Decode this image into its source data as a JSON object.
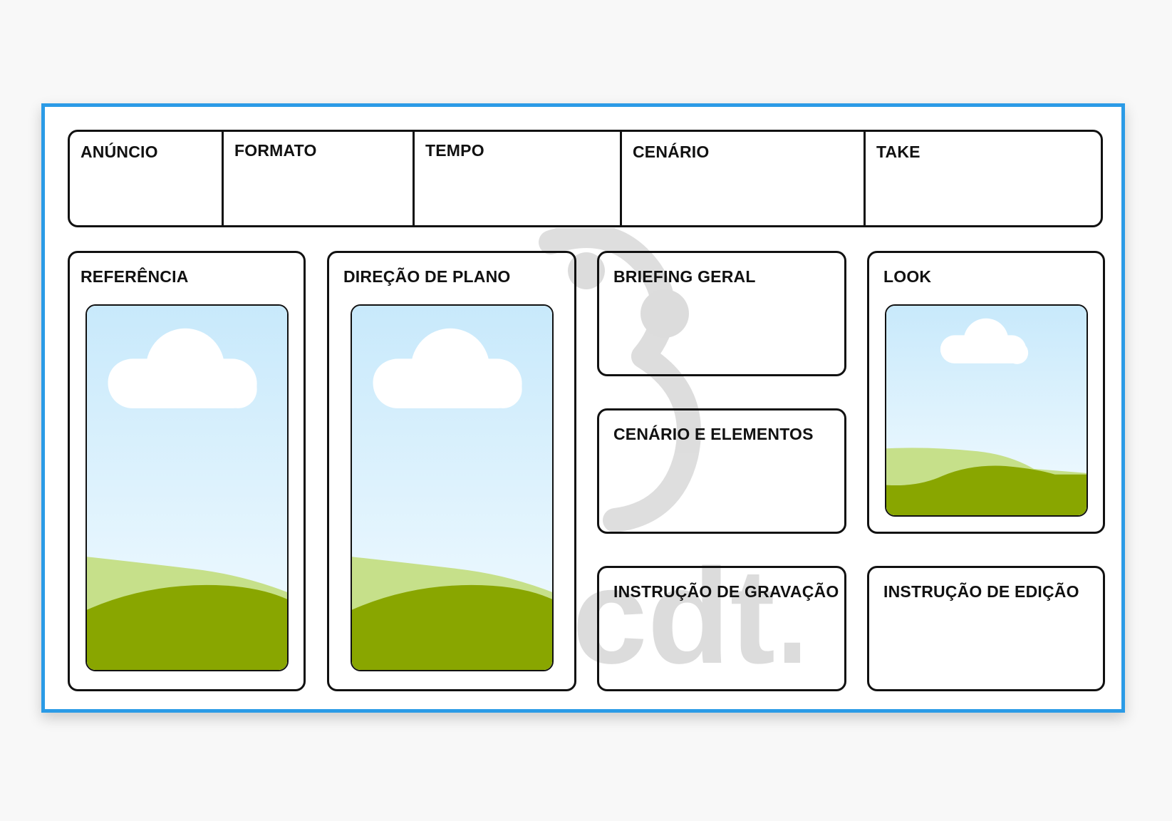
{
  "header": {
    "cells": [
      {
        "label": "ANÚNCIO"
      },
      {
        "label": "FORMATO"
      },
      {
        "label": "TEMPO"
      },
      {
        "label": "CENÁRIO"
      },
      {
        "label": "TAKE"
      }
    ]
  },
  "panels": {
    "referencia": {
      "title": "REFERÊNCIA"
    },
    "direcao": {
      "title": "DIREÇÃO DE PLANO"
    },
    "briefing": {
      "title": "BRIEFING GERAL"
    },
    "cenario_elementos": {
      "title": "CENÁRIO E ELEMENTOS"
    },
    "gravacao": {
      "title": "INSTRUÇÃO DE GRAVAÇÃO"
    },
    "look": {
      "title": "LOOK"
    },
    "edicao": {
      "title": "INSTRUÇÃO DE EDIÇÃO"
    }
  },
  "watermark": {
    "text": "cdt."
  },
  "colors": {
    "frame_border": "#2b9be6",
    "sky_top": "#c8e9fb",
    "sky_bottom": "#f3fbff",
    "hill_light": "#c6e08a",
    "hill_dark": "#89a600",
    "watermark": "#dcdcdc"
  }
}
